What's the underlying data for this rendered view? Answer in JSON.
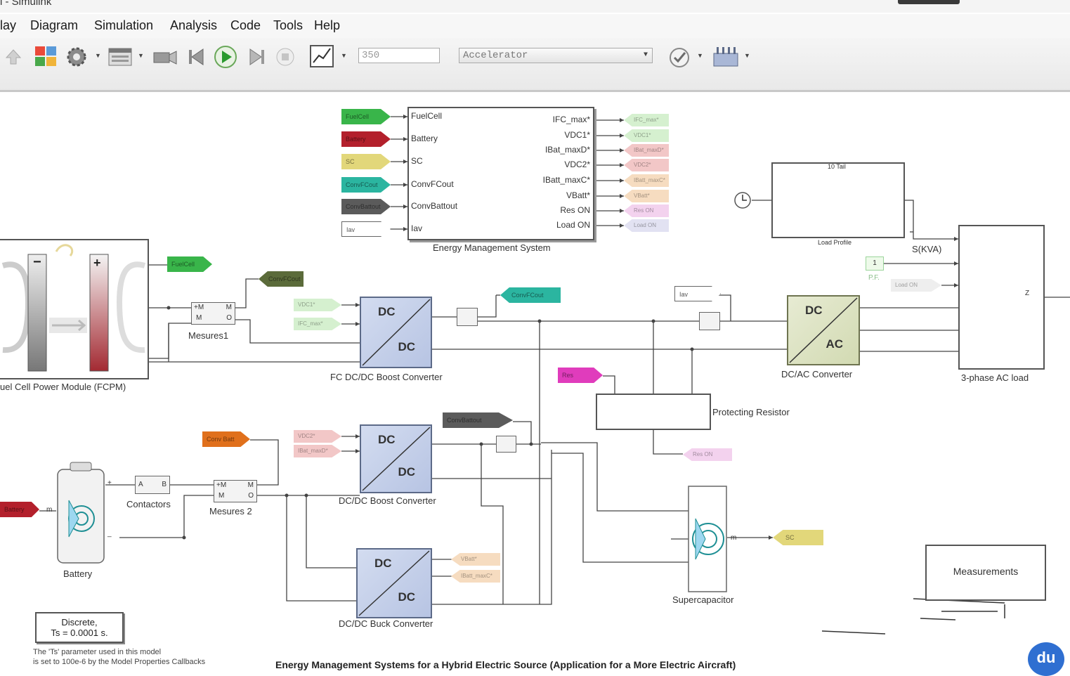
{
  "window": {
    "title": "l - Simulink"
  },
  "menu": {
    "items": [
      "lay",
      "Diagram",
      "Simulation",
      "Analysis",
      "Code",
      "Tools",
      "Help"
    ]
  },
  "toolbar": {
    "stop_time": "350",
    "sim_mode": "Accelerator"
  },
  "ems": {
    "label": "Energy Management System",
    "inputs": [
      "FuelCell",
      "Battery",
      "SC",
      "ConvFCout",
      "ConvBattout",
      "Iav"
    ],
    "outputs": [
      "IFC_max*",
      "VDC1*",
      "IBat_maxD*",
      "VDC2*",
      "IBatt_maxC*",
      "VBatt*",
      "Res ON",
      "Load ON"
    ],
    "input_tags": [
      "FuelCell",
      "Battery",
      "SC",
      "ConvFCout",
      "ConvBattout",
      "Iav"
    ]
  },
  "load_profile": {
    "label": "Load Profile",
    "title": "10 Tail",
    "output": "S(KVA)"
  },
  "fcpm": {
    "label": "uel Cell Power Module (FCPM)",
    "tag": "FuelCell"
  },
  "measures1": {
    "label": "Mesures1",
    "ports": [
      "+M",
      "M",
      "M",
      "O"
    ],
    "tag": "ConvFCout"
  },
  "fc_conv": {
    "label": "FC DC/DC Boost Converter",
    "top": "DC",
    "bottom": "DC",
    "tags": [
      "VDC1*",
      "IFC_max*"
    ],
    "out_tag": "ConvFCout"
  },
  "dcac": {
    "label": "DC/AC Converter",
    "top": "DC",
    "bottom": "AC",
    "tag": "Iav"
  },
  "ac_load": {
    "label": "3-phase AC load",
    "pf_label": "P.F.",
    "pf_value": "1",
    "tag": "Load ON",
    "z": "Z"
  },
  "protect": {
    "label": "Protecting Resistor",
    "tag": "Res",
    "tag2": "Res ON"
  },
  "dc_boost": {
    "label": "DC/DC Boost Converter",
    "top": "DC",
    "bottom": "DC",
    "tags": [
      "VDC2*",
      "IBat_maxD*"
    ],
    "out_tag": "ConvBattout"
  },
  "dc_buck": {
    "label": "DC/DC Buck Converter",
    "top": "DC",
    "bottom": "DC",
    "tags": [
      "VBatt*",
      "IBatt_maxC*"
    ]
  },
  "battery": {
    "label": "Battery",
    "tag": "Battery",
    "tag_conv": "Conv Batt",
    "m": "m",
    "plus": "+",
    "minus": "_"
  },
  "contactors": {
    "label": "Contactors",
    "a": "A",
    "b": "B"
  },
  "measures2": {
    "label": "Mesures 2",
    "ports": [
      "+M",
      "M",
      "M",
      "O"
    ]
  },
  "supercap": {
    "label": "Supercapacitor",
    "tag": "SC",
    "m": "m"
  },
  "measurements": {
    "label": "Measurements"
  },
  "discrete": {
    "line1": "Discrete,",
    "line2": "Ts = 0.0001 s."
  },
  "note": {
    "line1": "The 'Ts' parameter used in this model",
    "line2": "is set to 100e-6  by the Model Properties Callbacks"
  },
  "caption": "Energy Management Systems for a Hybrid Electric Source (Application for a More Electric Aircraft)",
  "watermark": "du",
  "colors": {
    "green": "#39b54a",
    "red": "#b3202c",
    "yellow": "#e2d77a",
    "teal": "#2bb5a0",
    "dark": "#5b5b5b",
    "orange": "#e0701c",
    "magenta": "#e03cbc",
    "olive": "#5b6b3a"
  }
}
